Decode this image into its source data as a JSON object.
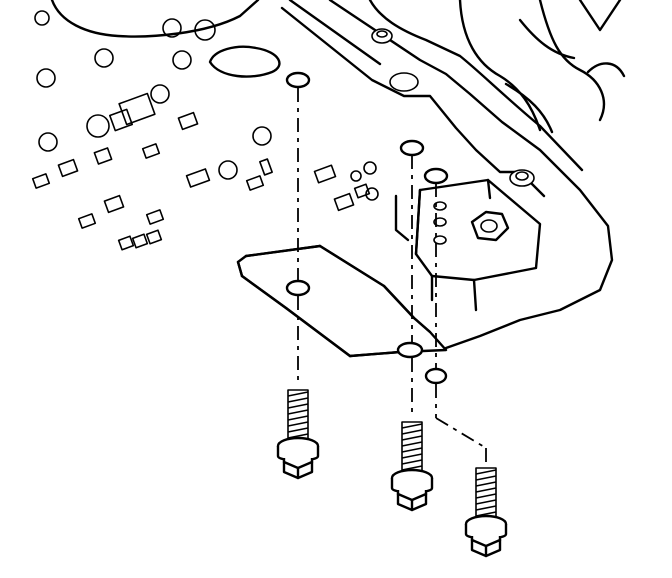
{
  "figure": {
    "bolts": [
      {
        "id": "bolt-1"
      },
      {
        "id": "bolt-2"
      },
      {
        "id": "bolt-3"
      }
    ]
  }
}
